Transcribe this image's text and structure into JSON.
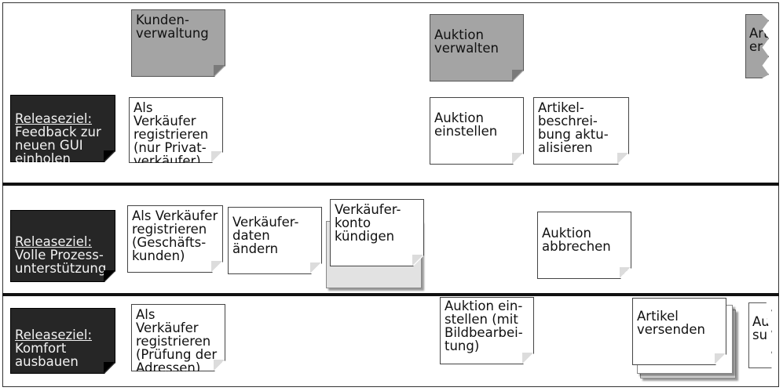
{
  "epics": [
    {
      "label": "Kunden-\nverwaltung"
    },
    {
      "label": "Auktion\nverwalten"
    },
    {
      "label": "Art\ner"
    }
  ],
  "releases": [
    {
      "goal_title": "Releaseziel:",
      "goal_text": "Feedback zur\nneuen GUI\neinholen",
      "stories": [
        "Als Verkäufer\nregistrieren\n(nur Privat-\nverkäufer)",
        "Auktion\neinstellen",
        "Artikel-\nbeschrei-\nbung aktu-\nalisieren"
      ]
    },
    {
      "goal_title": "Releaseziel:",
      "goal_text": "Volle Prozess-\nunterstützung",
      "stories": [
        "Als Verkäufer\nregistrieren\n(Geschäfts-\nkunden)",
        "Verkäufer-\ndaten\nändern",
        "Verkäufer-\nkonto\nkündigen",
        "Auktion\nabbrechen"
      ]
    },
    {
      "goal_title": "Releaseziel:",
      "goal_text": "Komfort\nausbauen",
      "stories": [
        "Als Verkäufer\nregistrieren\n(Prüfung der\nAdressen)",
        "Auktion ein-\nstellen (mit\nBildbearbei-\ntung)",
        "Artikel\nversenden",
        "Au\nsu"
      ]
    }
  ]
}
